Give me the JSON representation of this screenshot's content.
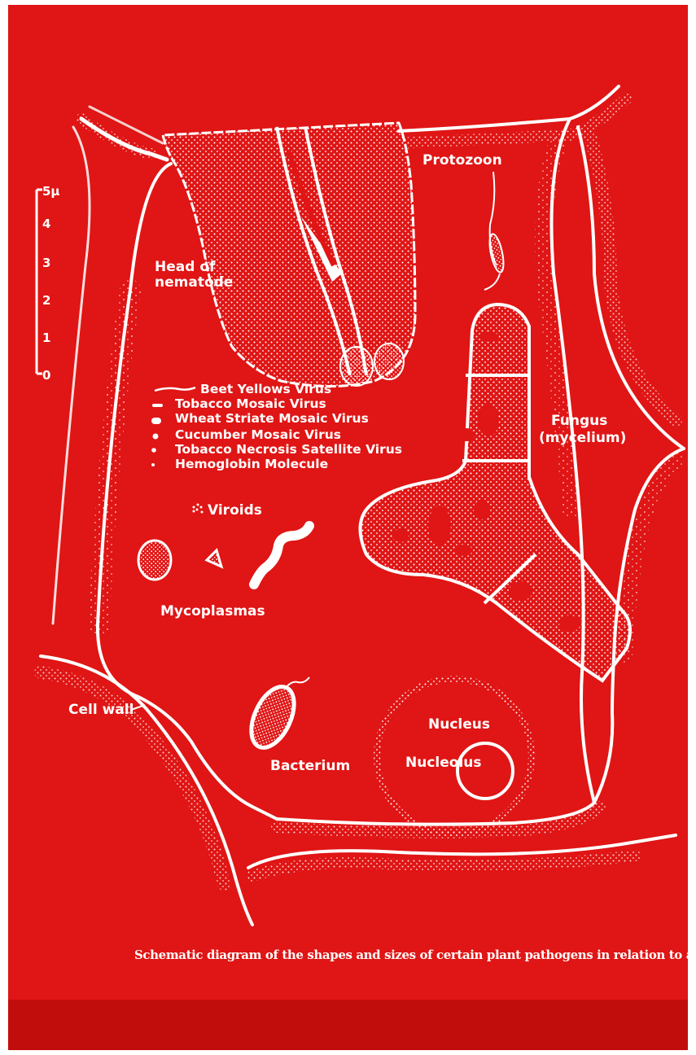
{
  "figure": {
    "labels": {
      "protozoon": "Protozoon",
      "head_of_nematode_line1": "Head of",
      "head_of_nematode_line2": "nematode",
      "fungus_line1": "Fungus",
      "fungus_line2": "(mycelium)",
      "viroids": "Viroids",
      "mycoplasmas": "Mycoplasmas",
      "cell_wall": "Cell wall",
      "bacterium": "Bacterium",
      "nucleus": "Nucleus",
      "nucleolus": "Nucleolus"
    },
    "legend": [
      {
        "label": "Beet Yellows Virus"
      },
      {
        "label": "Tobacco Mosaic Virus"
      },
      {
        "label": "Wheat Striate Mosaic Virus"
      },
      {
        "label": "Cucumber Mosaic Virus"
      },
      {
        "label": "Tobacco Necrosis Satellite Virus"
      },
      {
        "label": "Hemoglobin Molecule"
      }
    ],
    "scale": {
      "ticks": [
        "5μ",
        "4",
        "3",
        "2",
        "1",
        "0"
      ]
    },
    "caption": "Schematic diagram of the shapes and sizes of certain plant pathogens in relation to a plant cell."
  },
  "colors": {
    "background": "#e01515",
    "ink": "#ffffff"
  }
}
